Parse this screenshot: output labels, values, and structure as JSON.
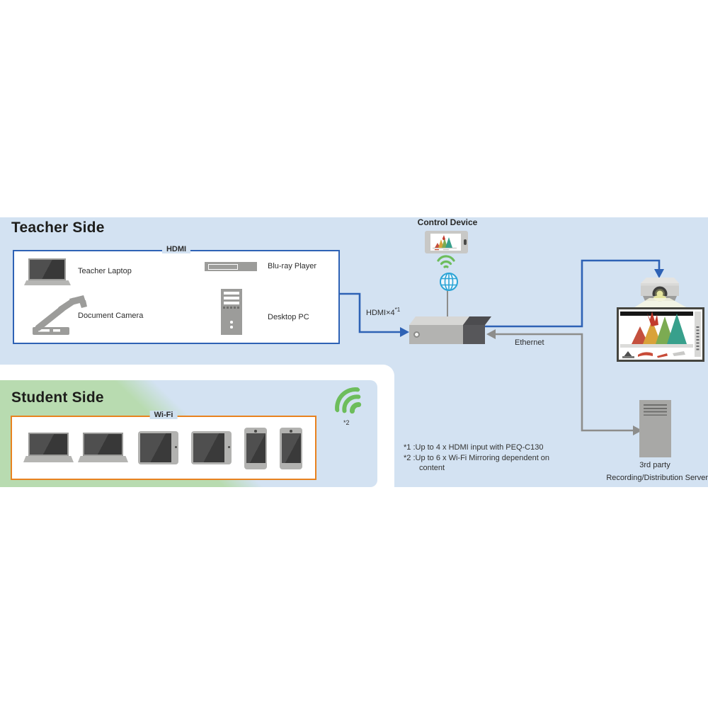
{
  "teacher_side": {
    "title": "Teacher Side",
    "bus_label": "HDMI",
    "devices": [
      {
        "label": "Teacher Laptop"
      },
      {
        "label": "Document Camera"
      },
      {
        "label": "Blu-ray Player"
      },
      {
        "label": "Desktop PC"
      }
    ]
  },
  "student_side": {
    "title": "Student Side",
    "bus_label": "Wi-Fi",
    "wifi_footnote": "*2"
  },
  "control_device": {
    "title": "Control Device"
  },
  "connections": {
    "hdmi_input_label": "HDMI×4",
    "hdmi_input_footnote": "*1",
    "ethernet_label": "Ethernet"
  },
  "server": {
    "line1": "3rd party",
    "line2": "Recording/Distribution Server"
  },
  "footnotes": {
    "line1": "*1 :Up to 4 x HDMI input with PEQ-C130",
    "line2": "*2 :Up to 6 x Wi-Fi Mirroring dependent on",
    "line3": "content"
  },
  "colors": {
    "panel_blue": "#d3e2f2",
    "panel_green": "#b8dbb0",
    "connector_blue": "#2e62b5",
    "connector_gray": "#8d8d8b",
    "box_border_blue": "#2e62b5",
    "box_border_orange": "#e8821f",
    "wifi_green": "#6dbd5c",
    "globe_blue": "#2ba4d6",
    "icon_gray": "#9c9c9a"
  }
}
